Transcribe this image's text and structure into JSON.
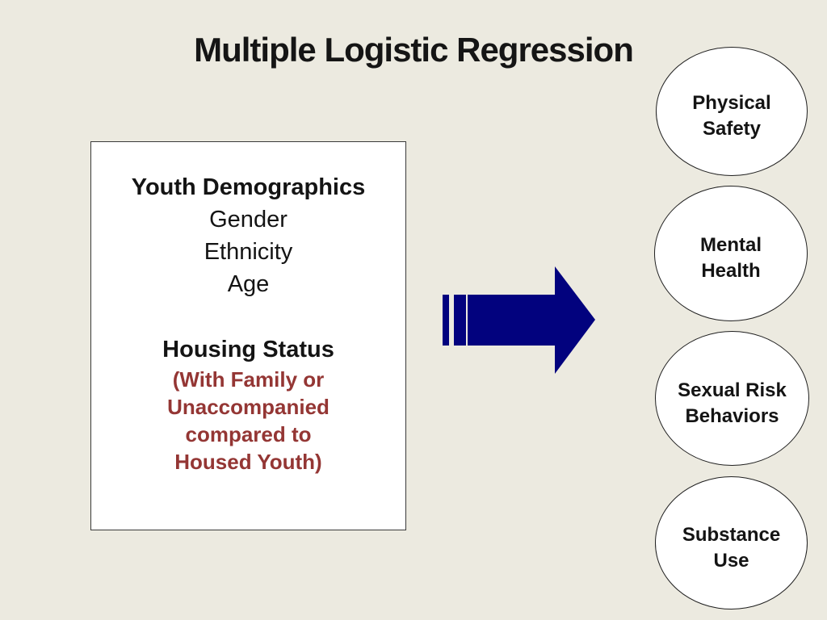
{
  "slide": {
    "title": "Multiple Logistic Regression",
    "background_color": "#ECEAE0",
    "arrow_color": "#02027E",
    "highlight_color": "#943634"
  },
  "predictor_box": {
    "demographics_heading": "Youth Demographics",
    "demographic_items": [
      "Gender",
      "Ethnicity",
      "Age"
    ],
    "housing_heading": "Housing Status",
    "housing_note_lines": [
      "(With Family or",
      "Unaccompanied",
      "compared to",
      "Housed Youth)"
    ]
  },
  "arrow": {
    "shape": "striped-right-arrow"
  },
  "outcomes": [
    {
      "lines": [
        "Physical",
        "Safety"
      ]
    },
    {
      "lines": [
        "Mental",
        "Health"
      ]
    },
    {
      "lines": [
        "Sexual Risk",
        "Behaviors"
      ]
    },
    {
      "lines": [
        "Substance",
        "Use"
      ]
    }
  ]
}
